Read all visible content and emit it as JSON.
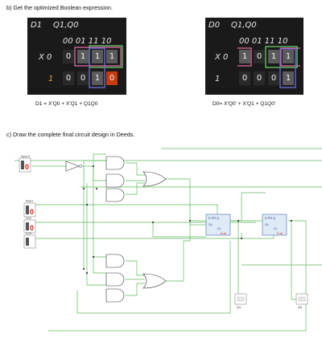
{
  "questions": {
    "q_b": "b) Get the optimized Boolean expression.",
    "q_c": "c) Draw the complete final circuit design in Deeds."
  },
  "kmap_left": {
    "corner": "D1",
    "col_var": "Q1,Q0",
    "col_codes": "00  01  11  10",
    "row0_label": "X 0",
    "row1_label": "1",
    "row0": [
      "0",
      "1",
      "1",
      "1"
    ],
    "row1": [
      "0",
      "0",
      "1",
      "0"
    ],
    "expression": "D1 = X'Q0 + X'Q1 + Q1Q0"
  },
  "kmap_right": {
    "corner": "D0",
    "col_var": "Q1,Q0",
    "col_codes": "00  01  11  10",
    "row0_label": "X 0",
    "row1_label": "1",
    "row0": [
      "1",
      "0",
      "1",
      "1"
    ],
    "row1": [
      "0",
      "0",
      "0",
      "1"
    ],
    "expression": "D0= X'Q0' + X'Q1 + Q1Q0'"
  },
  "circuit": {
    "inputs": [
      "Input X",
      "PRST",
      "CLK",
      "CLR"
    ],
    "flipflops": [
      "D PR Q",
      "D PR Q"
    ],
    "outputs": [
      "Q1",
      "Q0"
    ],
    "colors": {
      "wire": "#4caf50",
      "switch_on": "#d02010",
      "ff_fill": "#dfeaf7",
      "ff_border": "#5a7fb5"
    }
  }
}
